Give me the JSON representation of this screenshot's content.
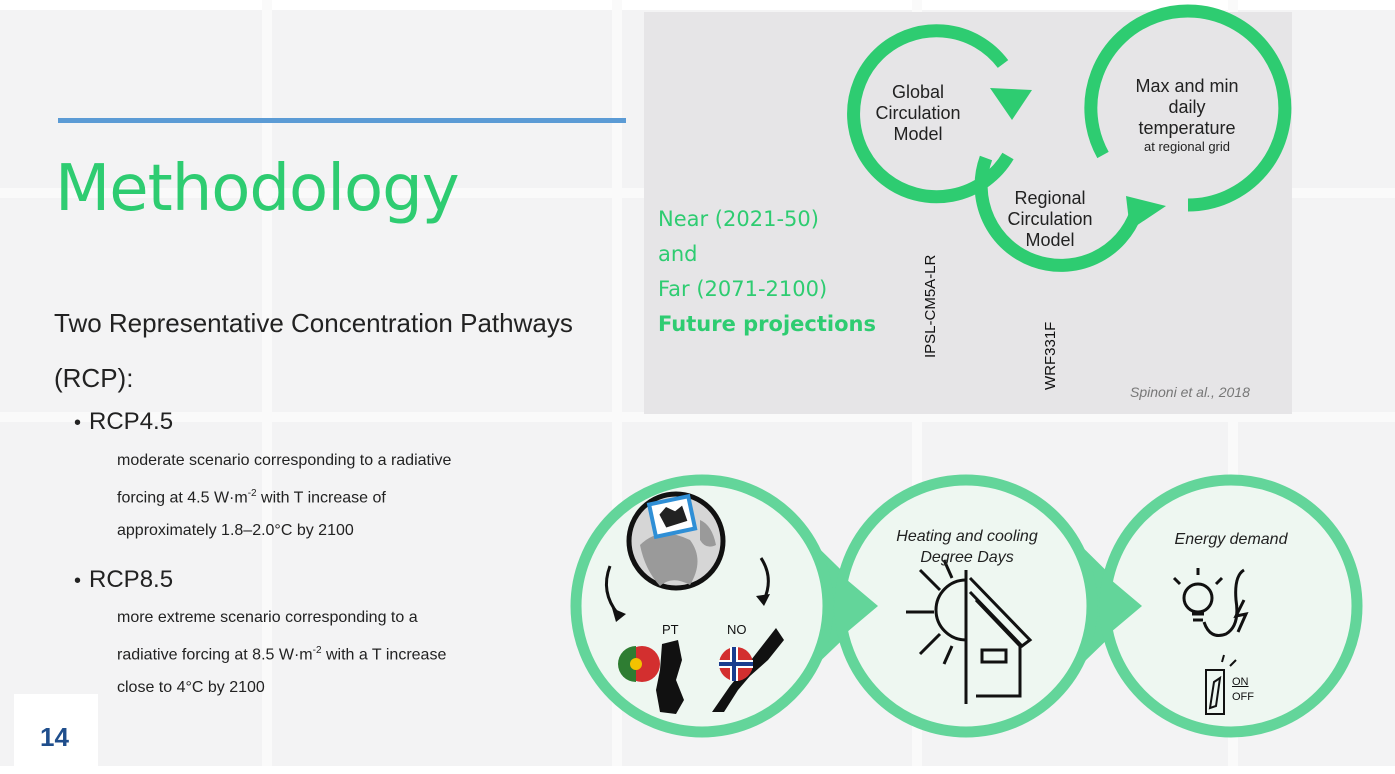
{
  "slide": {
    "title": "Methodology",
    "intro": "Two Representative Concentration Pathways (RCP):",
    "bullets": [
      {
        "name": "RCP4.5",
        "lines": [
          "moderate scenario corresponding to a radiative",
          "forcing at 4.5 W·m-2 with T increase of",
          "approximately 1.8–2.0°C by 2100"
        ]
      },
      {
        "name": "RCP8.5",
        "lines": [
          "more extreme scenario corresponding to a",
          "radiative forcing at 8.5 W·m-2 with a T increase",
          "close to 4°C by 2100"
        ]
      }
    ],
    "page_number": "14"
  },
  "diagram": {
    "projections": {
      "line1": "Near (2021-50)",
      "line2": "and",
      "line3": "Far (2071-2100)",
      "line4": "Future projections"
    },
    "gcm": {
      "l1": "Global",
      "l2": "Circulation",
      "l3": "Model"
    },
    "rcm": {
      "l1": "Regional",
      "l2": "Circulation",
      "l3": "Model"
    },
    "temp": {
      "l1": "Max and min",
      "l2": "daily",
      "l3": "temperature",
      "l4": "at regional grid"
    },
    "model_gcm": "IPSL-CM5A-LR",
    "model_rcm": "WRF331F",
    "citation": "Spinoni et al., 2018"
  },
  "workflow": {
    "flags": {
      "pt": "PT",
      "no": "NO"
    },
    "hdd": {
      "l1": "Heating and cooling",
      "l2": "Degree Days"
    },
    "energy": "Energy demand",
    "switch_on": "ON",
    "switch_off": "OFF"
  },
  "colors": {
    "accent_green": "#2ecc71",
    "rule_blue": "#5b9bd5",
    "page_blue": "#1f4e8c"
  }
}
